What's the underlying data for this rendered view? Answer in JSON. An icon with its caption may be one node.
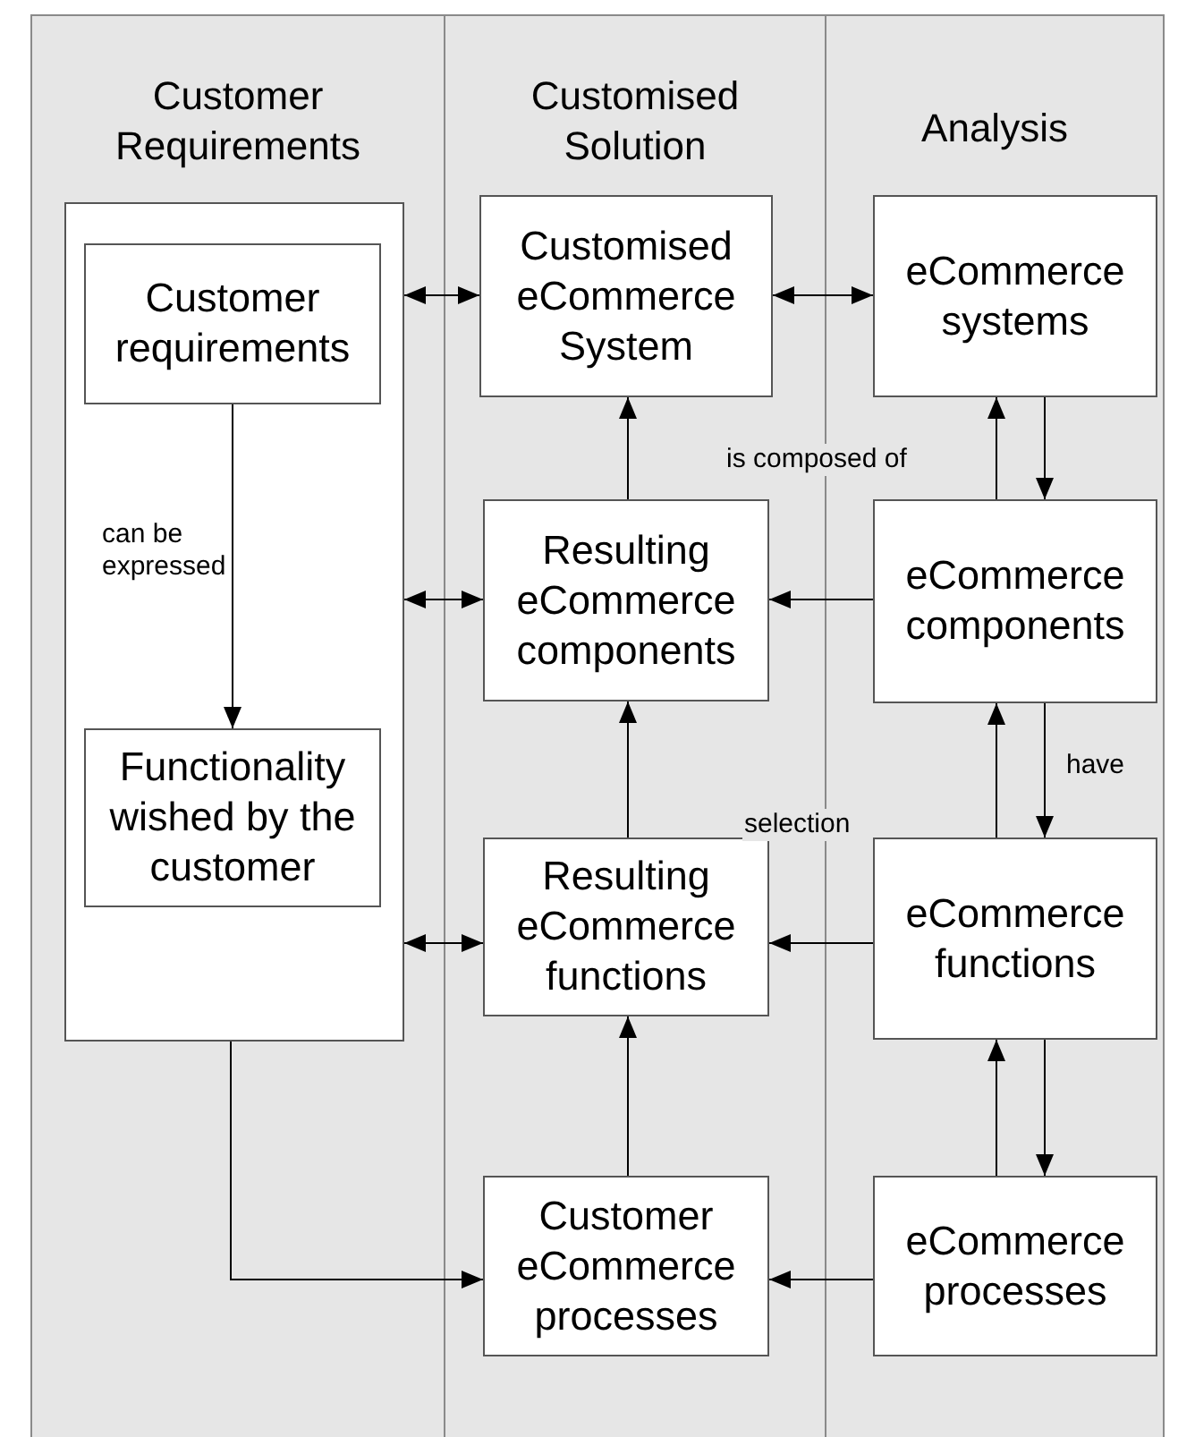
{
  "diagram": {
    "nodes": [
      {
        "text": [
          "Customer Requirements"
        ]
      },
      {
        "text": [
          "Customised Solution"
        ]
      },
      {
        "text": [
          "Analysis"
        ]
      },
      {
        "text": [],
        "shape": "box",
        "in": 0
      },
      {
        "text": [
          "Customer requirements"
        ],
        "in": 3
      },
      {
        "text": [
          "Functionality wished by the customer"
        ],
        "in": 3
      },
      {
        "text": [
          "Customised eCommerce System"
        ],
        "in": 1
      },
      {
        "text": [
          "Resulting eCommerce components"
        ],
        "in": 1
      },
      {
        "text": [
          "Resulting eCommerce functions"
        ],
        "in": 1
      },
      {
        "text": [
          "Customer eCommerce processes"
        ],
        "in": 1
      },
      {
        "text": [
          "eCommerce systems"
        ],
        "in": 2
      },
      {
        "text": [
          "eCommerce components"
        ],
        "in": 2
      },
      {
        "text": [
          "eCommerce functions"
        ],
        "in": 2
      },
      {
        "text": [
          "eCommerce processes"
        ],
        "in": 2
      }
    ],
    "edges": [
      {
        "from": 4,
        "to": 5,
        "arrow": "to",
        "label": "can be expressed"
      },
      {
        "from": 3,
        "to": 6,
        "arrow": "both"
      },
      {
        "from": 6,
        "to": 10,
        "arrow": "both"
      },
      {
        "from": 7,
        "to": 6,
        "arrow": "to"
      },
      {
        "from": 11,
        "to": 10,
        "arrow": "to",
        "label": "is composed of"
      },
      {
        "from": 10,
        "to": 11,
        "arrow": "to"
      },
      {
        "from": 3,
        "to": 7,
        "arrow": "both"
      },
      {
        "from": 11,
        "to": 7,
        "arrow": "to"
      },
      {
        "from": 12,
        "to": 11,
        "arrow": "to"
      },
      {
        "from": 11,
        "to": 12,
        "arrow": "to",
        "label": "have"
      },
      {
        "from": 8,
        "to": 7,
        "arrow": "to"
      },
      {
        "from": 3,
        "to": 8,
        "arrow": "both"
      },
      {
        "from": 12,
        "to": 8,
        "arrow": "to",
        "label": "selection"
      },
      {
        "from": 13,
        "to": 12,
        "arrow": "to"
      },
      {
        "from": 12,
        "to": 13,
        "arrow": "to"
      },
      {
        "from": 3,
        "to": 9,
        "arrow": "to"
      },
      {
        "from": 9,
        "to": 8,
        "arrow": "to"
      },
      {
        "from": 13,
        "to": 9,
        "arrow": "to"
      }
    ]
  }
}
